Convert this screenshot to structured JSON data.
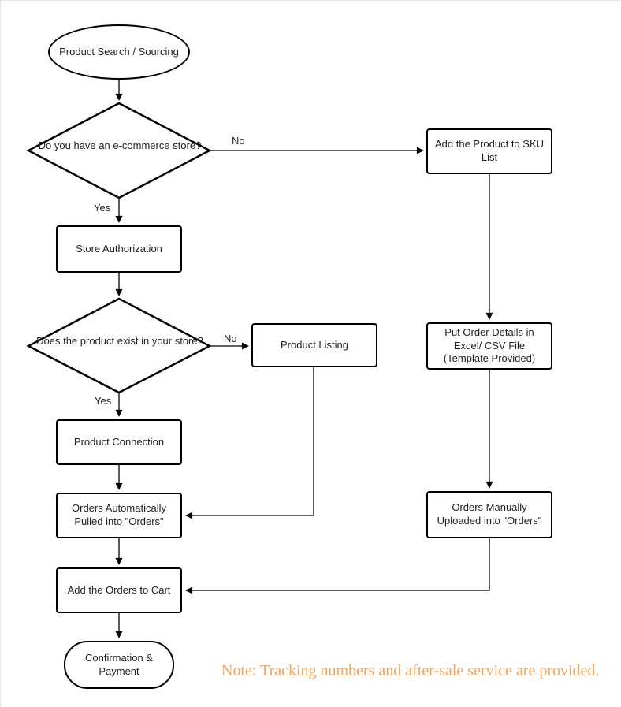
{
  "nodes": {
    "start": {
      "label": "Product Search / Sourcing",
      "shape": "ellipse"
    },
    "decision_store": {
      "label": "Do you have an e-commerce store?",
      "shape": "diamond"
    },
    "sku_list": {
      "label": "Add the Product to SKU List",
      "shape": "rect"
    },
    "store_authorization": {
      "label": "Store Authorization",
      "shape": "rect"
    },
    "decision_exists": {
      "label": "Does the product exist in your store?",
      "shape": "diamond"
    },
    "product_listing": {
      "label": "Product Listing",
      "shape": "rect"
    },
    "order_details": {
      "label": "Put Order Details in Excel/ CSV File (Template Provided)",
      "shape": "rect"
    },
    "product_connection": {
      "label": "Product Connection",
      "shape": "rect"
    },
    "orders_auto": {
      "label": "Orders Automatically Pulled into \"Orders\"",
      "shape": "rect"
    },
    "orders_manual": {
      "label": "Orders Manually Uploaded into \"Orders\"",
      "shape": "rect"
    },
    "add_cart": {
      "label": "Add the Orders to Cart",
      "shape": "rect"
    },
    "confirmation": {
      "label": "Confirmation & Payment",
      "shape": "terminator"
    }
  },
  "edge_labels": {
    "store_no": "No",
    "store_yes": "Yes",
    "exists_no": "No",
    "exists_yes": "Yes"
  },
  "note": {
    "text": "Note: Tracking numbers and after-sale service are provided.",
    "color": "#f5a45f"
  },
  "colors": {
    "stroke": "#000000",
    "text": "#1f1f1f",
    "background": "#ffffff"
  }
}
